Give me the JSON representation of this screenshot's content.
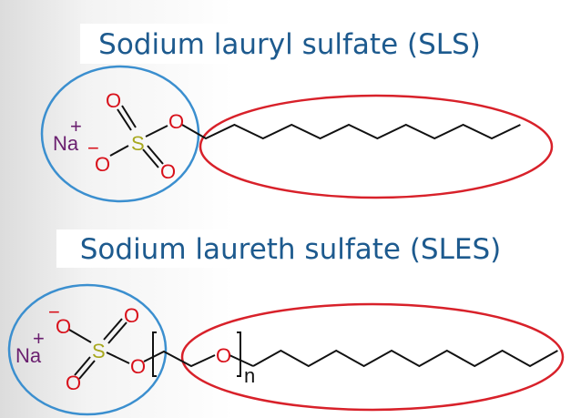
{
  "titles": {
    "sls": "Sodium lauryl sulfate (SLS)",
    "sles": "Sodium laureth sulfate (SLES)"
  },
  "atoms": {
    "sodium": "Na",
    "plus": "+",
    "minus": "−",
    "sulfur": "S",
    "oxygen": "O",
    "repeat": "n"
  },
  "colors": {
    "title": "#1d5a8e",
    "polar_head_ellipse": "#3b8fcf",
    "tail_ellipse": "#d8212a",
    "oxygen": "#d8101a",
    "sulfur": "#a8a81e",
    "sodium": "#6a1f6f"
  }
}
